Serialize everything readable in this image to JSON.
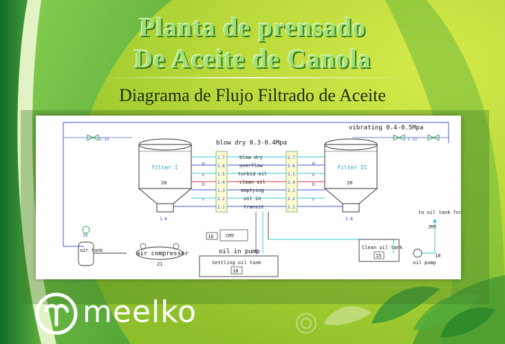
{
  "header": {
    "title_line1": "Planta de prensado",
    "title_line2": "De Aceite de Canola",
    "subtitle": "Diagrama de Flujo Filtrado de Aceite"
  },
  "colors": {
    "bg_light": "#c6e23a",
    "bg_dark": "#2f8a2e",
    "accent_green": "#8fcf52",
    "pipe_blue": "#3a57d8",
    "pipe_cyan": "#2ec4d6",
    "pipe_red": "#d93030"
  },
  "diagram": {
    "vibrating_label": "vibrating 0.4-0.5Mpa",
    "blow_dry_top": "blow dry 0.3-0.4Mpa",
    "filter1": "filter I",
    "filter2": "filter II",
    "tag_1_11": "1.11",
    "tag_2_11": "2.11",
    "tag_20a": "20",
    "tag_20b": "20",
    "tag_1_8": "1.8",
    "tag_2_8": "2.8",
    "row_left": [
      "1.7",
      "1.6",
      "1.5",
      "1.4",
      "1.3",
      "1.2",
      "1.1"
    ],
    "row_labels": [
      "blow dry",
      "overflow",
      "turbid oil",
      "clean oil",
      "emptying",
      "oil in",
      "transit"
    ],
    "row_right": [
      "2.7",
      "2.6",
      "2.5",
      "2.4",
      "2.3",
      "2.2",
      "2.1"
    ],
    "side_tags": [
      "H",
      "D",
      "E",
      "F",
      "H",
      "D",
      "E",
      "F"
    ],
    "air_tank": "air tank",
    "air_compressor": "air compressor",
    "tag_21": "21",
    "tag_19": "19",
    "oil_in_pump": "oil in pump",
    "settling_tank": "Settling oil tank",
    "tag_18": "18",
    "tag_16": "16",
    "clean_oil_tank": "Clean oil tank",
    "tag_15": "15",
    "oil_pump": "oil pump",
    "tag_10": "10",
    "to_storage": "to oil tank for storage",
    "tag_jmy": "JMY",
    "tag_cmy": "CMY"
  },
  "brand": {
    "name": "meelko"
  }
}
